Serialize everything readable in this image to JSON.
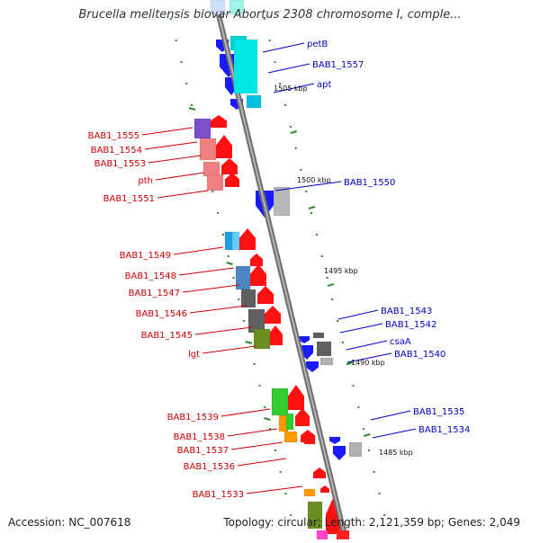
{
  "map": {
    "title": "Brucella melitensis biovar Abortus 2308 chromosome I, comple...",
    "accession": "Accession: NC_007618",
    "summary": "Topology: circular; Length: 2,121,359 bp; Genes: 2,049"
  },
  "colors": {
    "forward_label": "#cc0000",
    "reverse_label": "#0000cc",
    "backbone": "#8c8c8c",
    "tick": "#2e8b2e"
  },
  "kbp_labels": [
    "1505 kbp",
    "1500 kbp",
    "1495 kbp",
    "1490 kbp",
    "1485 kbp"
  ],
  "forward_genes": [
    {
      "label": "BAB1_1555",
      "color": "#7a4fc8"
    },
    {
      "label": "BAB1_1554",
      "color": "#f08080"
    },
    {
      "label": "BAB1_1553",
      "color": "#f08080"
    },
    {
      "label": "pth",
      "color": "#f08080"
    },
    {
      "label": "BAB1_1551",
      "color": "#f08080"
    },
    {
      "label": "BAB1_1549",
      "color": "#1fa0e0"
    },
    {
      "label": "BAB1_1548",
      "color": "#4d86c0"
    },
    {
      "label": "BAB1_1547",
      "color": "#606060"
    },
    {
      "label": "BAB1_1546",
      "color": "#606060"
    },
    {
      "label": "BAB1_1545",
      "color": "#606060"
    },
    {
      "label": "lgt",
      "color": "#6b8e23"
    },
    {
      "label": "BAB1_1539",
      "color": "#33cc33"
    },
    {
      "label": "BAB1_1538",
      "color": "#ff9900"
    },
    {
      "label": "BAB1_1537",
      "color": "#ff9900"
    },
    {
      "label": "BAB1_1536",
      "color": "#ff2222"
    },
    {
      "label": "BAB1_1533",
      "color": "#6b8e23"
    }
  ],
  "reverse_genes": [
    {
      "label": "petB",
      "color": "#1a1aff"
    },
    {
      "label": "BAB1_1557",
      "color": "#00e5e5"
    },
    {
      "label": "apt",
      "color": "#1a1aff"
    },
    {
      "label": "BAB1_1550",
      "color": "#b0b0b0"
    },
    {
      "label": "BAB1_1543",
      "color": "#606060"
    },
    {
      "label": "BAB1_1542",
      "color": "#606060"
    },
    {
      "label": "csaA",
      "color": "#1a1aff"
    },
    {
      "label": "BAB1_1540",
      "color": "#b0b0b0"
    },
    {
      "label": "BAB1_1535",
      "color": "#1a1aff"
    },
    {
      "label": "BAB1_1534",
      "color": "#b0b0b0"
    }
  ]
}
